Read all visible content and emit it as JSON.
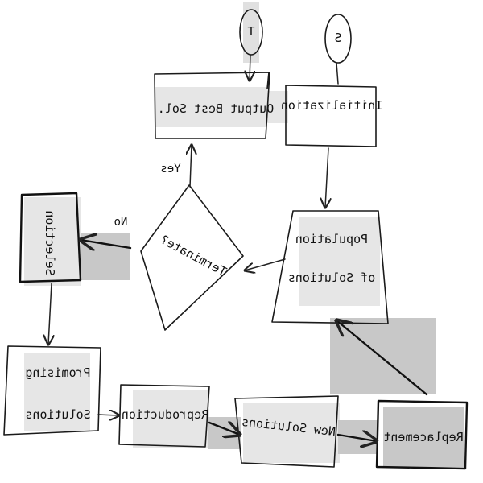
{
  "diagram": {
    "colors": {
      "ink": "#111111",
      "highlight_light": "#e6e6e6",
      "highlight_dark": "#c8c8c8"
    },
    "terminals": {
      "terminate": {
        "label": "T"
      },
      "start": {
        "label": "S"
      }
    },
    "nodes": {
      "output_best": {
        "label": "Output Best Sol."
      },
      "initialization": {
        "label": "Initialization"
      },
      "population": {
        "line1": "Population",
        "line2": "of Solutions"
      },
      "terminate_q": {
        "label": "Terminate?"
      },
      "selection": {
        "label": "Selection"
      },
      "promising": {
        "line1": "Promising",
        "line2": "Solutions"
      },
      "reproduction": {
        "label": "Reproduction"
      },
      "new_solutions": {
        "label": "New Solutions"
      },
      "replacement": {
        "label": "Replacement"
      }
    },
    "edge_labels": {
      "yes": "Yes",
      "no": "No"
    }
  }
}
